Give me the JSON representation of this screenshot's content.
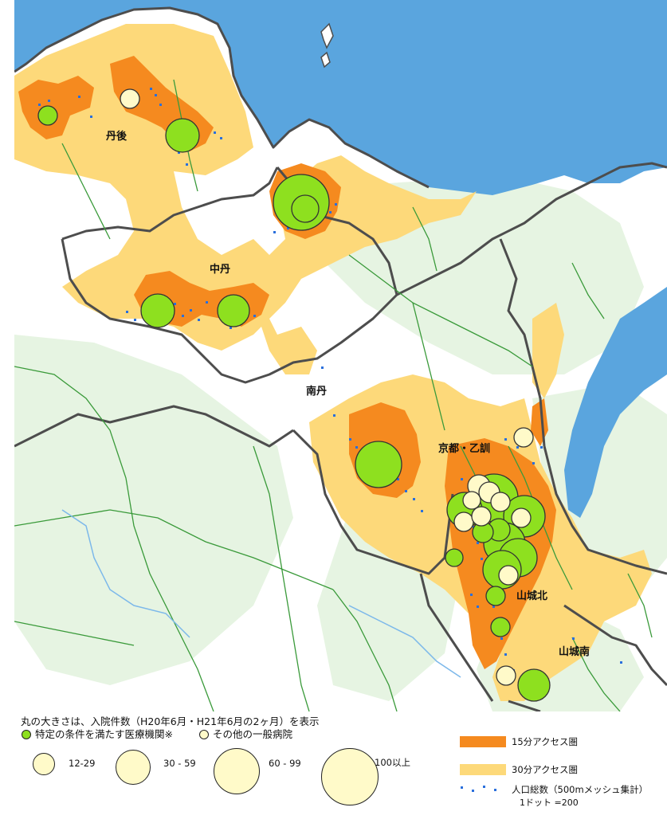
{
  "regions": [
    {
      "id": "tango",
      "label": "丹後"
    },
    {
      "id": "chutan",
      "label": "中丹"
    },
    {
      "id": "nantan",
      "label": "南丹"
    },
    {
      "id": "kyoto",
      "label": "京都・乙訓"
    },
    {
      "id": "yamashiro_kita",
      "label": "山城北"
    },
    {
      "id": "yamashiro_minami",
      "label": "山城南"
    }
  ],
  "legend": {
    "title": "丸の大きさは、入院件数（H20年6月・H21年6月の2ヶ月）を表示",
    "green_label": "特定の条件を満たす医療機関※",
    "other_label": "その他の一般病院",
    "sizes": [
      "12-29",
      "30 - 59",
      "60 - 99",
      "100以上"
    ],
    "access15": "15分アクセス圏",
    "access30": "30分アクセス圏",
    "pop_line1": "人口総数（500mメッシュ集計）",
    "pop_line2": "1ドット =200"
  },
  "colors": {
    "sea": "#5aa5de",
    "land": "#ffffff",
    "forest": "#e6f4e2",
    "access15": "#f58a1f",
    "access30": "#fdd97a",
    "hospital_green": "#8ee01f",
    "hospital_other": "#fffac9",
    "population_dot": "#2a6fdc",
    "pref_border": "#4d4d4d",
    "muni_border": "#3a9a3a"
  }
}
